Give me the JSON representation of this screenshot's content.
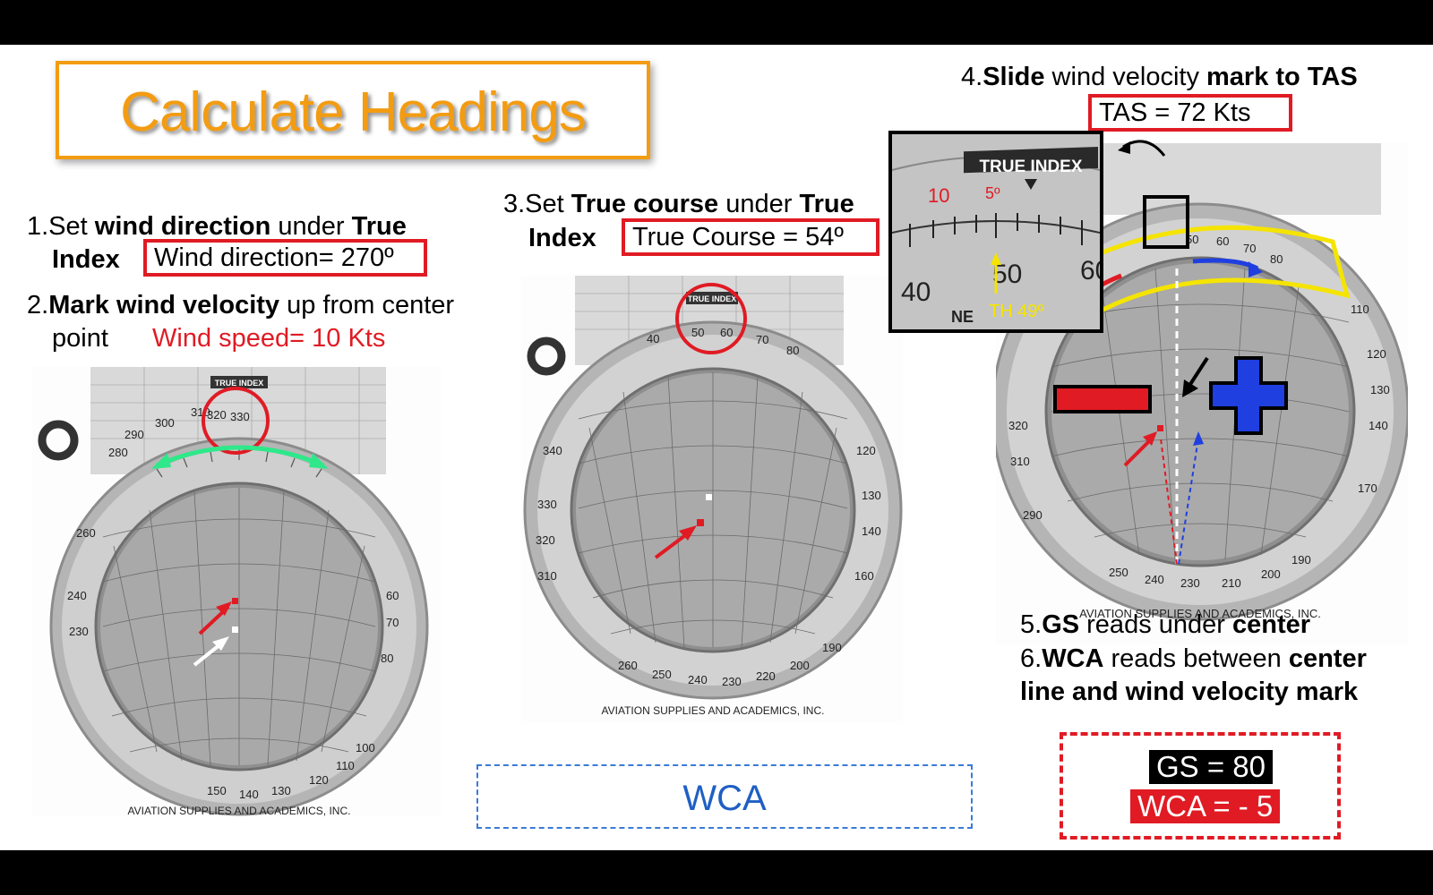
{
  "slide": {
    "title": "Calculate Headings",
    "step1": {
      "num": "1.Set ",
      "bold1": "wind direction",
      "mid": " under ",
      "bold2": "True",
      "bold3": "Index"
    },
    "wind_direction_box": "Wind direction= 270º",
    "step2": {
      "num": "2.",
      "bold1": "Mark wind velocity",
      "rest": " up from center",
      "line2": "point"
    },
    "wind_speed": "Wind speed= 10 Kts",
    "step3": {
      "num": "3.Set ",
      "bold1": "True course",
      "mid": " under ",
      "bold2": "True",
      "bold3": "Index"
    },
    "true_course_box": "True Course = 54º",
    "step4": {
      "num": "4.",
      "bold1": "Slide",
      "mid": " wind velocity ",
      "bold2": "mark to TAS"
    },
    "tas_box": "TAS = 72 Kts",
    "zoom": {
      "label1": "TRUE INDEX",
      "num10": "10",
      "num5": "5º",
      "num40": "40",
      "num50": "50",
      "num60": "60",
      "ne": "NE",
      "th": "TH 49º"
    },
    "step5": {
      "num": "5.",
      "bold1": "GS",
      "mid": " reads under ",
      "bold2": "center"
    },
    "step6": {
      "num": "6.",
      "bold1": "WCA",
      "mid": " reads between ",
      "bold2": "center",
      "line2": "line and wind velocity mark"
    },
    "wca_label": "WCA",
    "gs_result": "GS = 80",
    "wca_result": "WCA = - 5",
    "computer_brand": "AVIATION SUPPLIES AND ACADEMICS, INC.",
    "true_index": "TRUE INDEX",
    "colors": {
      "title": "#f39c12",
      "red": "#e01b24",
      "blue": "#1f3fe0",
      "yellow": "#f5e400"
    }
  }
}
